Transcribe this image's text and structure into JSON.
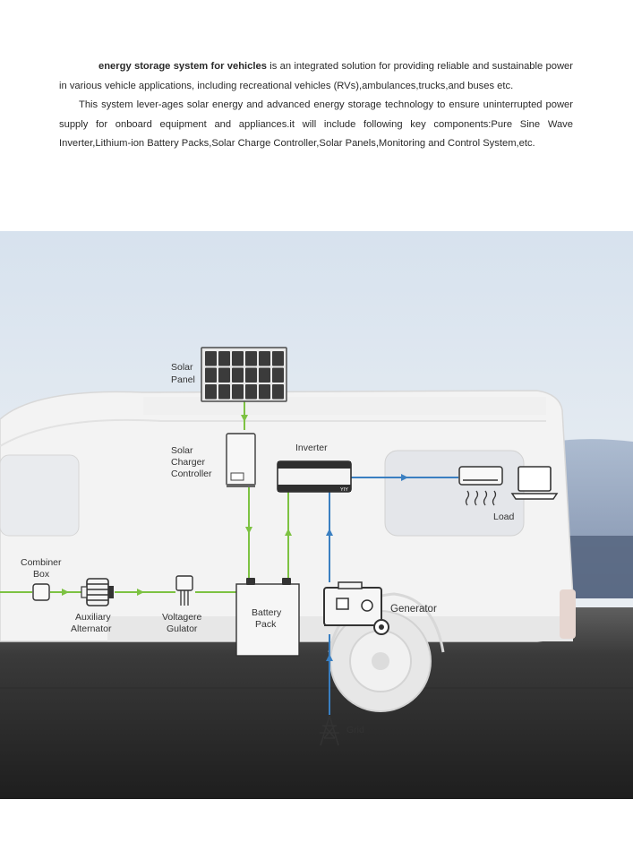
{
  "intro": {
    "p1_bold": "energy storage system for vehicles",
    "p1_rest": " is an integrated solution for providing reliable and sustainable power in various vehicle applications, including recreational vehicles (RVs),ambulances,trucks,and buses etc.",
    "p2": "This system lever-ages solar energy and advanced energy storage technology to ensure uninterrupted power supply for onboard equipment and appliances.it will include following key components:Pure Sine Wave Inverter,Lithium-ion Battery Packs,Solar Charge Controller,Solar Panels,Monitoring and Control System,etc."
  },
  "diagram": {
    "solar_panel": [
      "Solar",
      "Panel"
    ],
    "charger": [
      "Solar",
      "Charger",
      "Controller"
    ],
    "inverter": "Inverter",
    "inverter_brand": "YIY",
    "load": "Load",
    "combiner": [
      "Combiner",
      "Box"
    ],
    "alternator": [
      "Auxiliary",
      "Alternator"
    ],
    "regulator": [
      "Voltagere",
      "Gulator"
    ],
    "battery": [
      "Battery",
      "Pack"
    ],
    "generator": "Generator",
    "grid": "Grid"
  },
  "colors": {
    "dc_line": "#7dc242",
    "ac_line": "#3a7fc1"
  }
}
